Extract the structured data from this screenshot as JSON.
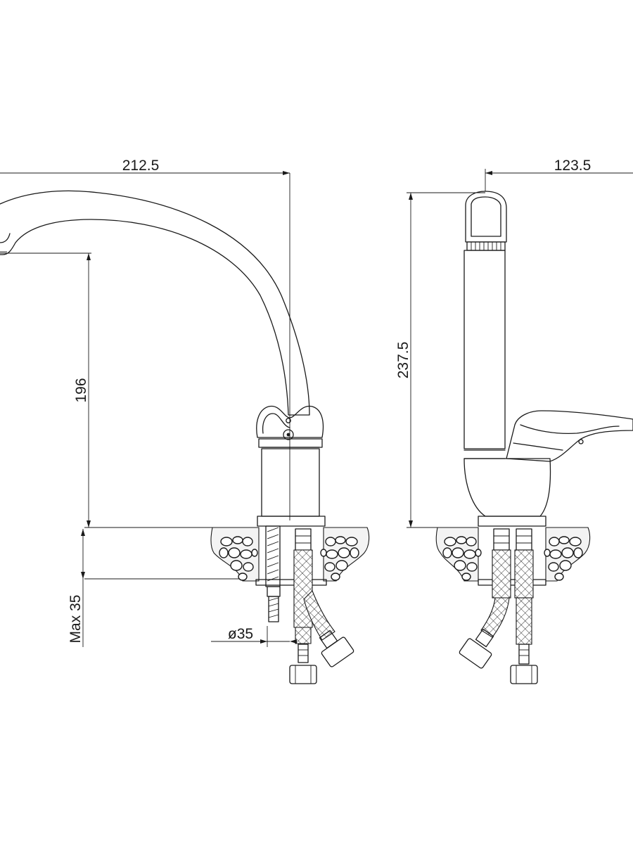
{
  "dimensions": {
    "spout_reach": "212.5",
    "spout_height": "196",
    "max_counter_thickness": "Max 35",
    "hole_diameter": "ø35",
    "total_height": "237.5",
    "lever_reach": "123.5"
  },
  "colors": {
    "line": "#1a1a1a",
    "background": "#ffffff"
  }
}
